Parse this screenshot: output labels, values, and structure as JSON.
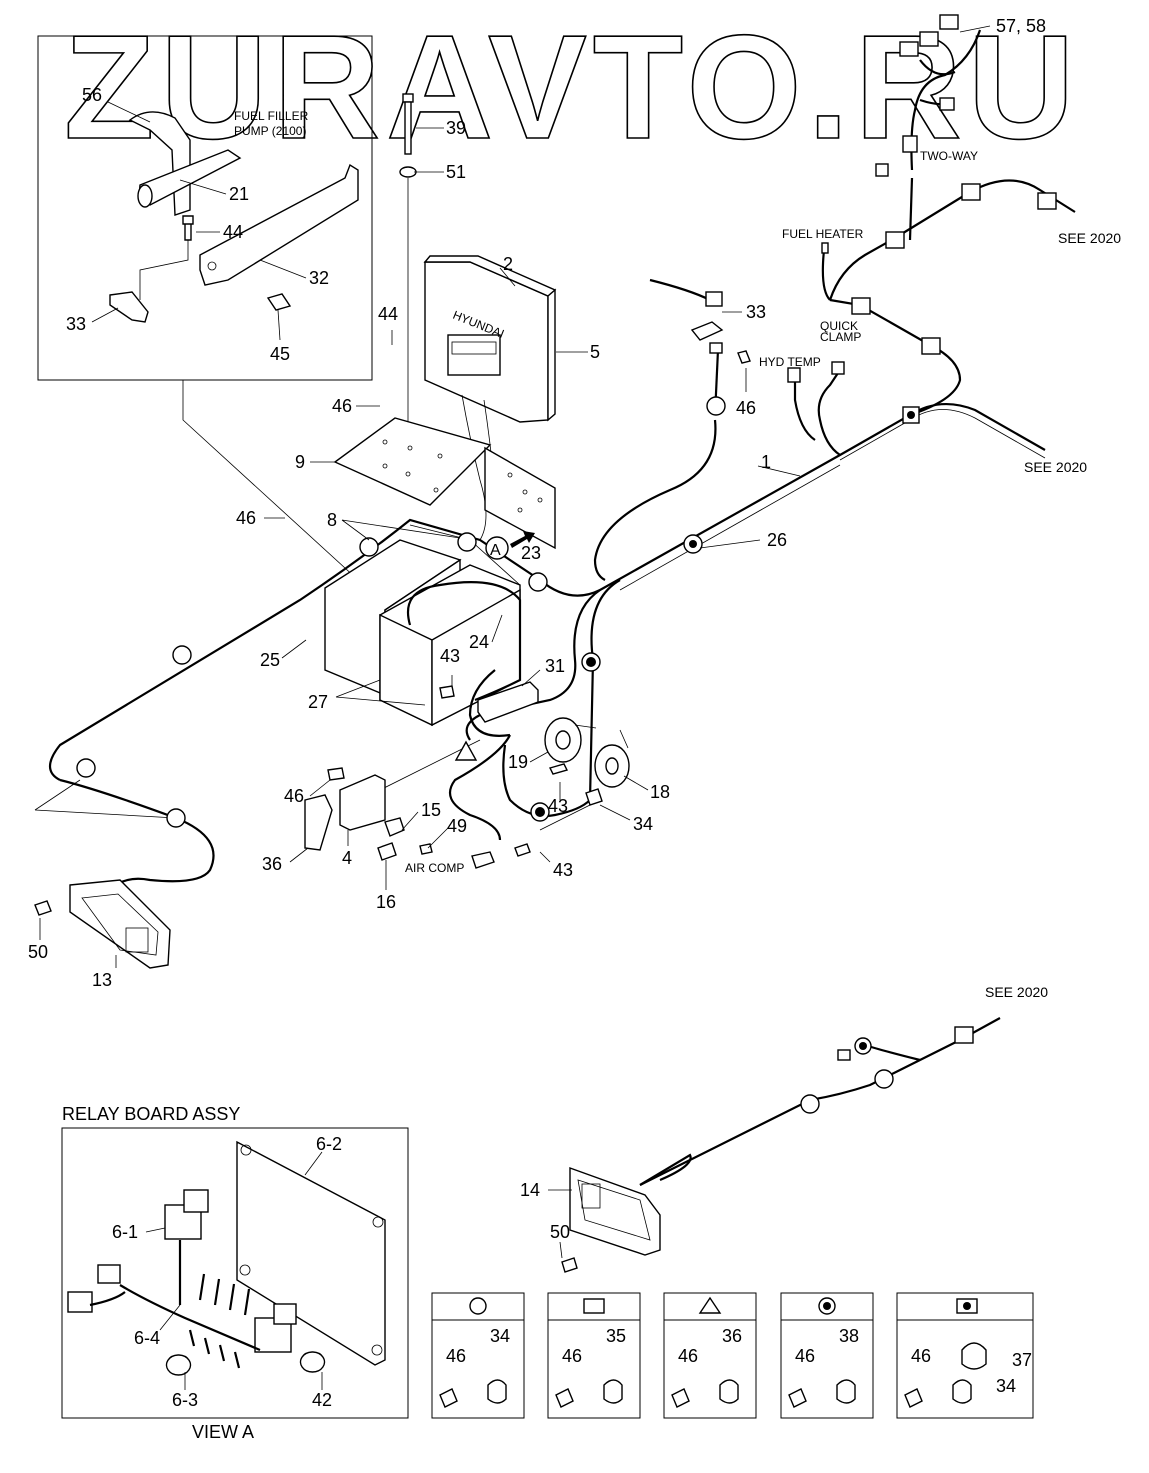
{
  "watermark": "ZURAVTO.RU",
  "labels": {
    "fuel_filler_pump": [
      "FUEL FILLER",
      "PUMP (2100)"
    ],
    "two_way": "TWO-WAY",
    "see_2020": "SEE 2020",
    "fuel_heater": "FUEL HEATER",
    "quick_clamp": [
      "QUICK",
      "CLAMP"
    ],
    "hyd_temp": "HYD TEMP",
    "air_comp": "AIR COMP",
    "view_a_marker": "A",
    "relay_board_assy": "RELAY BOARD ASSY",
    "view_a": "VIEW A",
    "ecu_brand": "HYUNDAI"
  },
  "callouts": {
    "c56": "56",
    "c39": "39",
    "c51": "51",
    "c21": "21",
    "c44a": "44",
    "c32": "32",
    "c33a": "33",
    "c45": "45",
    "c2": "2",
    "c5": "5",
    "c44b": "44",
    "c46a": "46",
    "c9": "9",
    "c46b": "46",
    "c8": "8",
    "c23": "23",
    "c25": "25",
    "c27": "27",
    "c24": "24",
    "c43a": "43",
    "c31": "31",
    "c57": "57, 58",
    "c33b": "33",
    "c46c": "46",
    "c1": "1",
    "c26": "26",
    "c19": "19",
    "c18": "18",
    "c43b": "43",
    "c34": "34",
    "c43c": "43",
    "c46d": "46",
    "c36": "36",
    "c4": "4",
    "c15": "15",
    "c49": "49",
    "c16": "16",
    "c50a": "50",
    "c13": "13",
    "c14": "14",
    "c50b": "50",
    "c6_2": "6-2",
    "c6_1": "6-1",
    "c6_4": "6-4",
    "c6_3": "6-3",
    "c42": "42"
  },
  "legend": [
    {
      "symbol": "circle",
      "bolt": "46",
      "clip": "34"
    },
    {
      "symbol": "square",
      "bolt": "46",
      "clip": "35"
    },
    {
      "symbol": "triangle",
      "bolt": "46",
      "clip": "36"
    },
    {
      "symbol": "filled-circle",
      "bolt": "46",
      "clip": "38"
    },
    {
      "symbol": "filled-square",
      "bolt": "46",
      "clip": "37",
      "clip2": "34"
    }
  ]
}
